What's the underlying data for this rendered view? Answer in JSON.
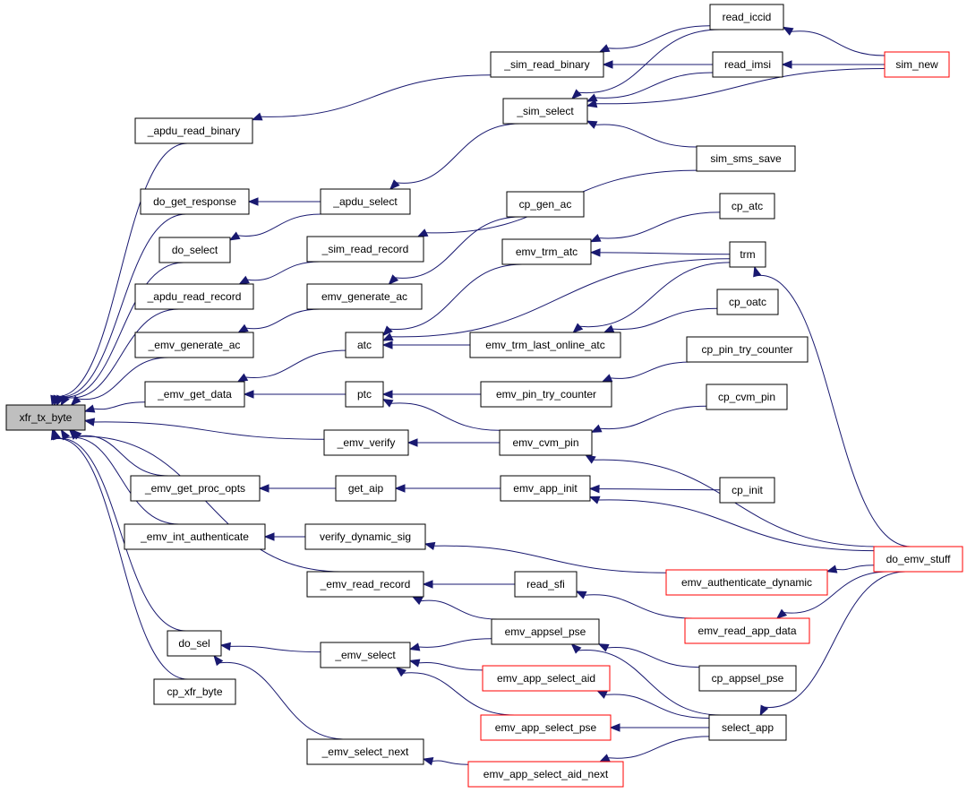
{
  "colors": {
    "edge": "#191970",
    "node_border": "#000000",
    "truncated_border": "#ff0000",
    "root_fill": "#bfbfbf"
  },
  "nodes": {
    "xfr_tx_byte": "xfr_tx_byte",
    "apdu_read_binary": "_apdu_read_binary",
    "do_get_response": "do_get_response",
    "do_select": "do_select",
    "apdu_read_record": "_apdu_read_record",
    "emv_generate_ac_u": "_emv_generate_ac",
    "emv_get_data": "_emv_get_data",
    "emv_verify": "_emv_verify",
    "emv_get_proc_opts": "_emv_get_proc_opts",
    "emv_int_authenticate": "_emv_int_authenticate",
    "emv_read_record": "_emv_read_record",
    "do_sel": "do_sel",
    "cp_xfr_byte": "cp_xfr_byte",
    "sim_read_binary": "_sim_read_binary",
    "sim_select": "_sim_select",
    "apdu_select": "_apdu_select",
    "sim_read_record": "_sim_read_record",
    "emv_generate_ac": "emv_generate_ac",
    "atc": "atc",
    "ptc": "ptc",
    "get_aip": "get_aip",
    "verify_dynamic_sig": "verify_dynamic_sig",
    "emv_select": "_emv_select",
    "emv_select_next": "_emv_select_next",
    "read_iccid": "read_iccid",
    "read_imsi": "read_imsi",
    "sim_sms_save": "sim_sms_save",
    "cp_gen_ac": "cp_gen_ac",
    "emv_trm_atc": "emv_trm_atc",
    "emv_trm_last_online_atc": "emv_trm_last_online_atc",
    "emv_pin_try_counter": "emv_pin_try_counter",
    "emv_cvm_pin": "emv_cvm_pin",
    "emv_app_init": "emv_app_init",
    "read_sfi": "read_sfi",
    "emv_appsel_pse": "emv_appsel_pse",
    "emv_app_select_aid": "emv_app_select_aid",
    "emv_app_select_pse": "emv_app_select_pse",
    "emv_app_select_aid_next": "emv_app_select_aid_next",
    "sim_new": "sim_new",
    "cp_atc": "cp_atc",
    "trm": "trm",
    "cp_oatc": "cp_oatc",
    "cp_pin_try_counter": "cp_pin_try_counter",
    "cp_cvm_pin": "cp_cvm_pin",
    "cp_init": "cp_init",
    "emv_authenticate_dynamic": "emv_authenticate_dynamic",
    "emv_read_app_data": "emv_read_app_data",
    "cp_appsel_pse": "cp_appsel_pse",
    "select_app": "select_app",
    "do_emv_stuff": "do_emv_stuff"
  },
  "truncated_nodes": [
    "sim_new",
    "emv_authenticate_dynamic",
    "emv_read_app_data",
    "emv_app_select_aid",
    "emv_app_select_pse",
    "emv_app_select_aid_next",
    "do_emv_stuff"
  ],
  "root_node": "xfr_tx_byte",
  "edges": [
    [
      "xfr_tx_byte",
      "apdu_read_binary"
    ],
    [
      "xfr_tx_byte",
      "do_get_response"
    ],
    [
      "xfr_tx_byte",
      "do_select"
    ],
    [
      "xfr_tx_byte",
      "apdu_read_record"
    ],
    [
      "xfr_tx_byte",
      "emv_generate_ac_u"
    ],
    [
      "xfr_tx_byte",
      "emv_get_data"
    ],
    [
      "xfr_tx_byte",
      "emv_verify"
    ],
    [
      "xfr_tx_byte",
      "emv_get_proc_opts"
    ],
    [
      "xfr_tx_byte",
      "emv_int_authenticate"
    ],
    [
      "xfr_tx_byte",
      "emv_read_record"
    ],
    [
      "xfr_tx_byte",
      "do_sel"
    ],
    [
      "xfr_tx_byte",
      "cp_xfr_byte"
    ],
    [
      "apdu_read_binary",
      "sim_read_binary"
    ],
    [
      "do_get_response",
      "apdu_select"
    ],
    [
      "do_select",
      "apdu_select"
    ],
    [
      "apdu_read_record",
      "sim_read_record"
    ],
    [
      "emv_generate_ac_u",
      "emv_generate_ac"
    ],
    [
      "emv_get_data",
      "atc"
    ],
    [
      "emv_get_data",
      "ptc"
    ],
    [
      "emv_verify",
      "emv_cvm_pin"
    ],
    [
      "emv_get_proc_opts",
      "get_aip"
    ],
    [
      "emv_int_authenticate",
      "verify_dynamic_sig"
    ],
    [
      "emv_read_record",
      "read_sfi"
    ],
    [
      "emv_read_record",
      "emv_appsel_pse"
    ],
    [
      "do_sel",
      "emv_select"
    ],
    [
      "do_sel",
      "emv_select_next"
    ],
    [
      "sim_read_binary",
      "read_iccid"
    ],
    [
      "sim_read_binary",
      "read_imsi"
    ],
    [
      "sim_select",
      "read_iccid"
    ],
    [
      "sim_select",
      "read_imsi"
    ],
    [
      "sim_select",
      "sim_new"
    ],
    [
      "sim_select",
      "sim_sms_save"
    ],
    [
      "apdu_select",
      "sim_select"
    ],
    [
      "sim_read_record",
      "sim_sms_save"
    ],
    [
      "emv_generate_ac",
      "cp_gen_ac"
    ],
    [
      "atc",
      "emv_trm_atc"
    ],
    [
      "atc",
      "emv_trm_last_online_atc"
    ],
    [
      "atc",
      "trm"
    ],
    [
      "ptc",
      "emv_pin_try_counter"
    ],
    [
      "ptc",
      "emv_cvm_pin"
    ],
    [
      "get_aip",
      "emv_app_init"
    ],
    [
      "verify_dynamic_sig",
      "emv_authenticate_dynamic"
    ],
    [
      "emv_select",
      "emv_appsel_pse"
    ],
    [
      "emv_select",
      "emv_app_select_aid"
    ],
    [
      "emv_select",
      "emv_app_select_pse"
    ],
    [
      "emv_select_next",
      "emv_app_select_aid_next"
    ],
    [
      "read_iccid",
      "sim_new"
    ],
    [
      "read_imsi",
      "sim_new"
    ],
    [
      "emv_trm_atc",
      "cp_atc"
    ],
    [
      "emv_trm_atc",
      "trm"
    ],
    [
      "emv_trm_last_online_atc",
      "trm"
    ],
    [
      "emv_trm_last_online_atc",
      "cp_oatc"
    ],
    [
      "emv_pin_try_counter",
      "cp_pin_try_counter"
    ],
    [
      "emv_cvm_pin",
      "cp_cvm_pin"
    ],
    [
      "emv_cvm_pin",
      "do_emv_stuff"
    ],
    [
      "emv_app_init",
      "cp_init"
    ],
    [
      "emv_app_init",
      "do_emv_stuff"
    ],
    [
      "read_sfi",
      "emv_read_app_data"
    ],
    [
      "emv_appsel_pse",
      "cp_appsel_pse"
    ],
    [
      "emv_appsel_pse",
      "select_app"
    ],
    [
      "emv_app_select_aid",
      "select_app"
    ],
    [
      "emv_app_select_pse",
      "select_app"
    ],
    [
      "emv_app_select_aid_next",
      "select_app"
    ],
    [
      "trm",
      "do_emv_stuff"
    ],
    [
      "emv_authenticate_dynamic",
      "do_emv_stuff"
    ],
    [
      "emv_read_app_data",
      "do_emv_stuff"
    ],
    [
      "select_app",
      "do_emv_stuff"
    ]
  ]
}
